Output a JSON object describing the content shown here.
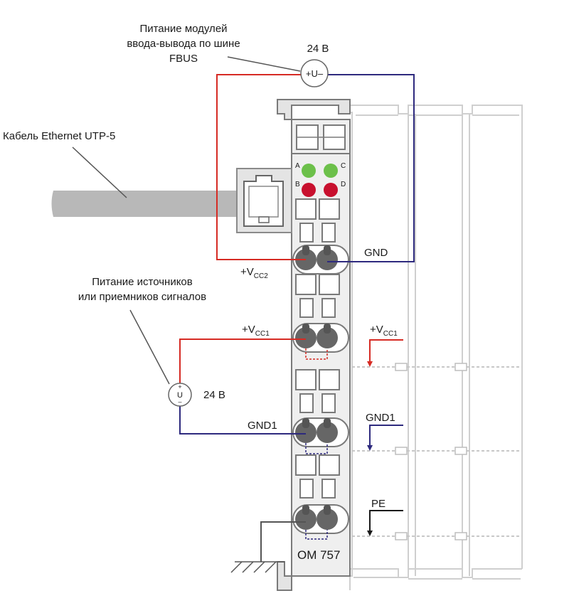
{
  "labels": {
    "fbus_power": [
      "Питание модулей",
      "ввода-вывода по шине",
      "FBUS"
    ],
    "voltage_top": "24 В",
    "symbol_top": "+U–",
    "ethernet_cable": "Кабель Ethernet UTP-5",
    "gnd": "GND",
    "vcc2_main": "+V",
    "vcc2_sub": "CC2",
    "signal_power": [
      "Питание источников",
      "или приемников сигналов"
    ],
    "vcc1_left_main": "+V",
    "vcc1_left_sub": "CC1",
    "vcc1_right_main": "+V",
    "vcc1_right_sub": "CC1",
    "voltage_left": "24 В",
    "symbol_left_plus": "+",
    "symbol_left_u": "U",
    "symbol_left_minus": "–",
    "gnd1_left": "GND1",
    "gnd1_right": "GND1",
    "pe": "PE",
    "module_name": "OM 757",
    "led_a": "A",
    "led_b": "B",
    "led_c": "C",
    "led_d": "D"
  },
  "colors": {
    "positive_wire": "#d62b24",
    "negative_wire": "#2e2a7e",
    "led_green": "#6cc04a",
    "led_red": "#c8102e",
    "module_outline": "#7a7a7a",
    "module_fill": "#e4e4e4",
    "ghost_modules": "#cfcfcf",
    "cable": "#b8b8b8"
  },
  "icons": [
    "rj45-socket-icon",
    "ground-symbol-icon",
    "power-source-icon"
  ]
}
